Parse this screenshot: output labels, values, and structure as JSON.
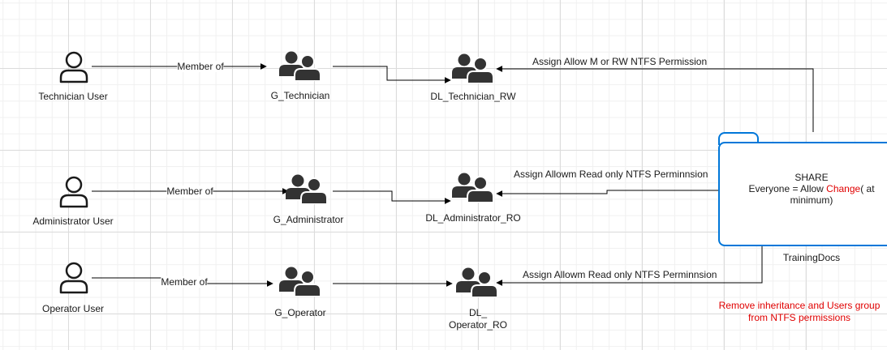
{
  "users": [
    {
      "name": "Technician User",
      "icon": "user-icon"
    },
    {
      "name": "Administrator User",
      "icon": "user-icon"
    },
    {
      "name": "Operator User",
      "icon": "user-icon"
    }
  ],
  "global_groups": [
    {
      "name": "G_Technician",
      "icon": "group-icon"
    },
    {
      "name": "G_Administrator",
      "icon": "group-icon"
    },
    {
      "name": "G_Operator",
      "icon": "group-icon"
    }
  ],
  "domain_local_groups": [
    {
      "name": "DL_Technician_RW",
      "icon": "group-icon"
    },
    {
      "name": "DL_Administrator_RO",
      "icon": "group-icon"
    },
    {
      "name_line1": "DL_",
      "name_line2": "Operator_RO",
      "icon": "group-icon"
    }
  ],
  "member_of_labels": [
    "Member of",
    "Member of",
    "Member of"
  ],
  "permission_labels": [
    "Assign Allow M or RW NTFS Permission",
    "Assign Allowm Read only NTFS Perminnsion",
    "Assign Allowm Read only NTFS Perminnsion"
  ],
  "share": {
    "title": "SHARE",
    "line_prefix": "Everyone = Allow ",
    "line_highlight": "Change",
    "line_suffix": "( at",
    "line2": "minimum)",
    "folder_name": "TrainingDocs",
    "note_line1": "Remove inheritance and Users group",
    "note_line2": "from NTFS permissions"
  },
  "colors": {
    "icon": "#333333",
    "share_border": "#0077d9",
    "highlight": "#e00000",
    "line": "#000000"
  }
}
